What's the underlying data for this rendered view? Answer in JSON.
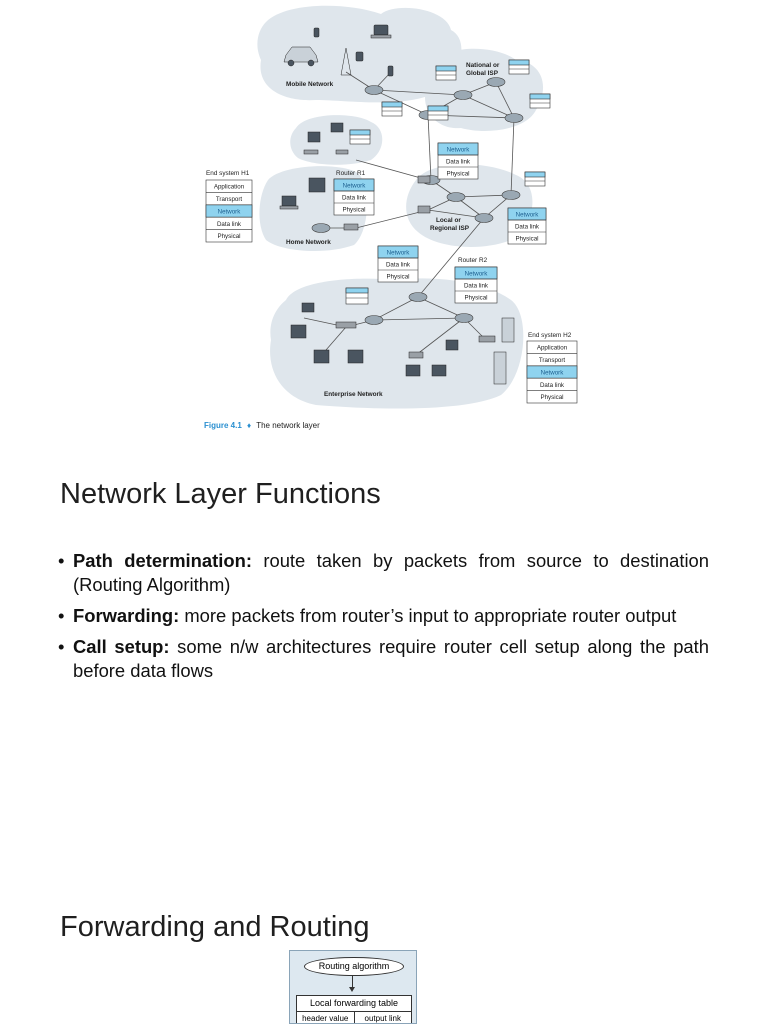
{
  "figure": {
    "caption_number": "Figure 4.1",
    "caption_sep": "♦",
    "caption_text": "The network layer",
    "clouds": {
      "mobile": "Mobile Network",
      "global_isp": [
        "National or",
        "Global ISP"
      ],
      "local_isp": [
        "Local or",
        "Regional ISP"
      ],
      "home": "Home Network",
      "enterprise": "Enterprise Network"
    },
    "end_system_h1": {
      "title": "End system H1",
      "layers": [
        "Application",
        "Transport",
        "Network",
        "Data link",
        "Physical"
      ]
    },
    "router_r1": {
      "title": "Router R1",
      "layers": [
        "Network",
        "Data link",
        "Physical"
      ]
    },
    "router_r2": {
      "title": "Router R2",
      "layers": [
        "Network",
        "Data link",
        "Physical"
      ]
    },
    "end_system_h2": {
      "title": "End system H2",
      "layers": [
        "Application",
        "Transport",
        "Network",
        "Data link",
        "Physical"
      ]
    },
    "floating_stacks": {
      "upper": [
        "Network",
        "Data link",
        "Physical"
      ],
      "right": [
        "Network",
        "Data link",
        "Physical"
      ],
      "middle": [
        "Network",
        "Data link",
        "Physical"
      ]
    },
    "highlight_color": "#8fd3ef"
  },
  "section1": {
    "heading": "Network Layer Functions",
    "bullets": [
      {
        "term": "Path determination:",
        "text": " route taken by packets from source to destination (Routing Algorithm)"
      },
      {
        "term": "Forwarding:",
        "text": " more packets from router’s input to appropriate router output"
      },
      {
        "term": "Call setup:",
        "text": " some n/w architectures require router cell setup along the path before data flows"
      }
    ]
  },
  "section2": {
    "heading": "Forwarding and Routing",
    "diagram": {
      "algorithm": "Routing algorithm",
      "table_title": "Local forwarding table",
      "col1": "header value",
      "col2": "output link"
    }
  }
}
